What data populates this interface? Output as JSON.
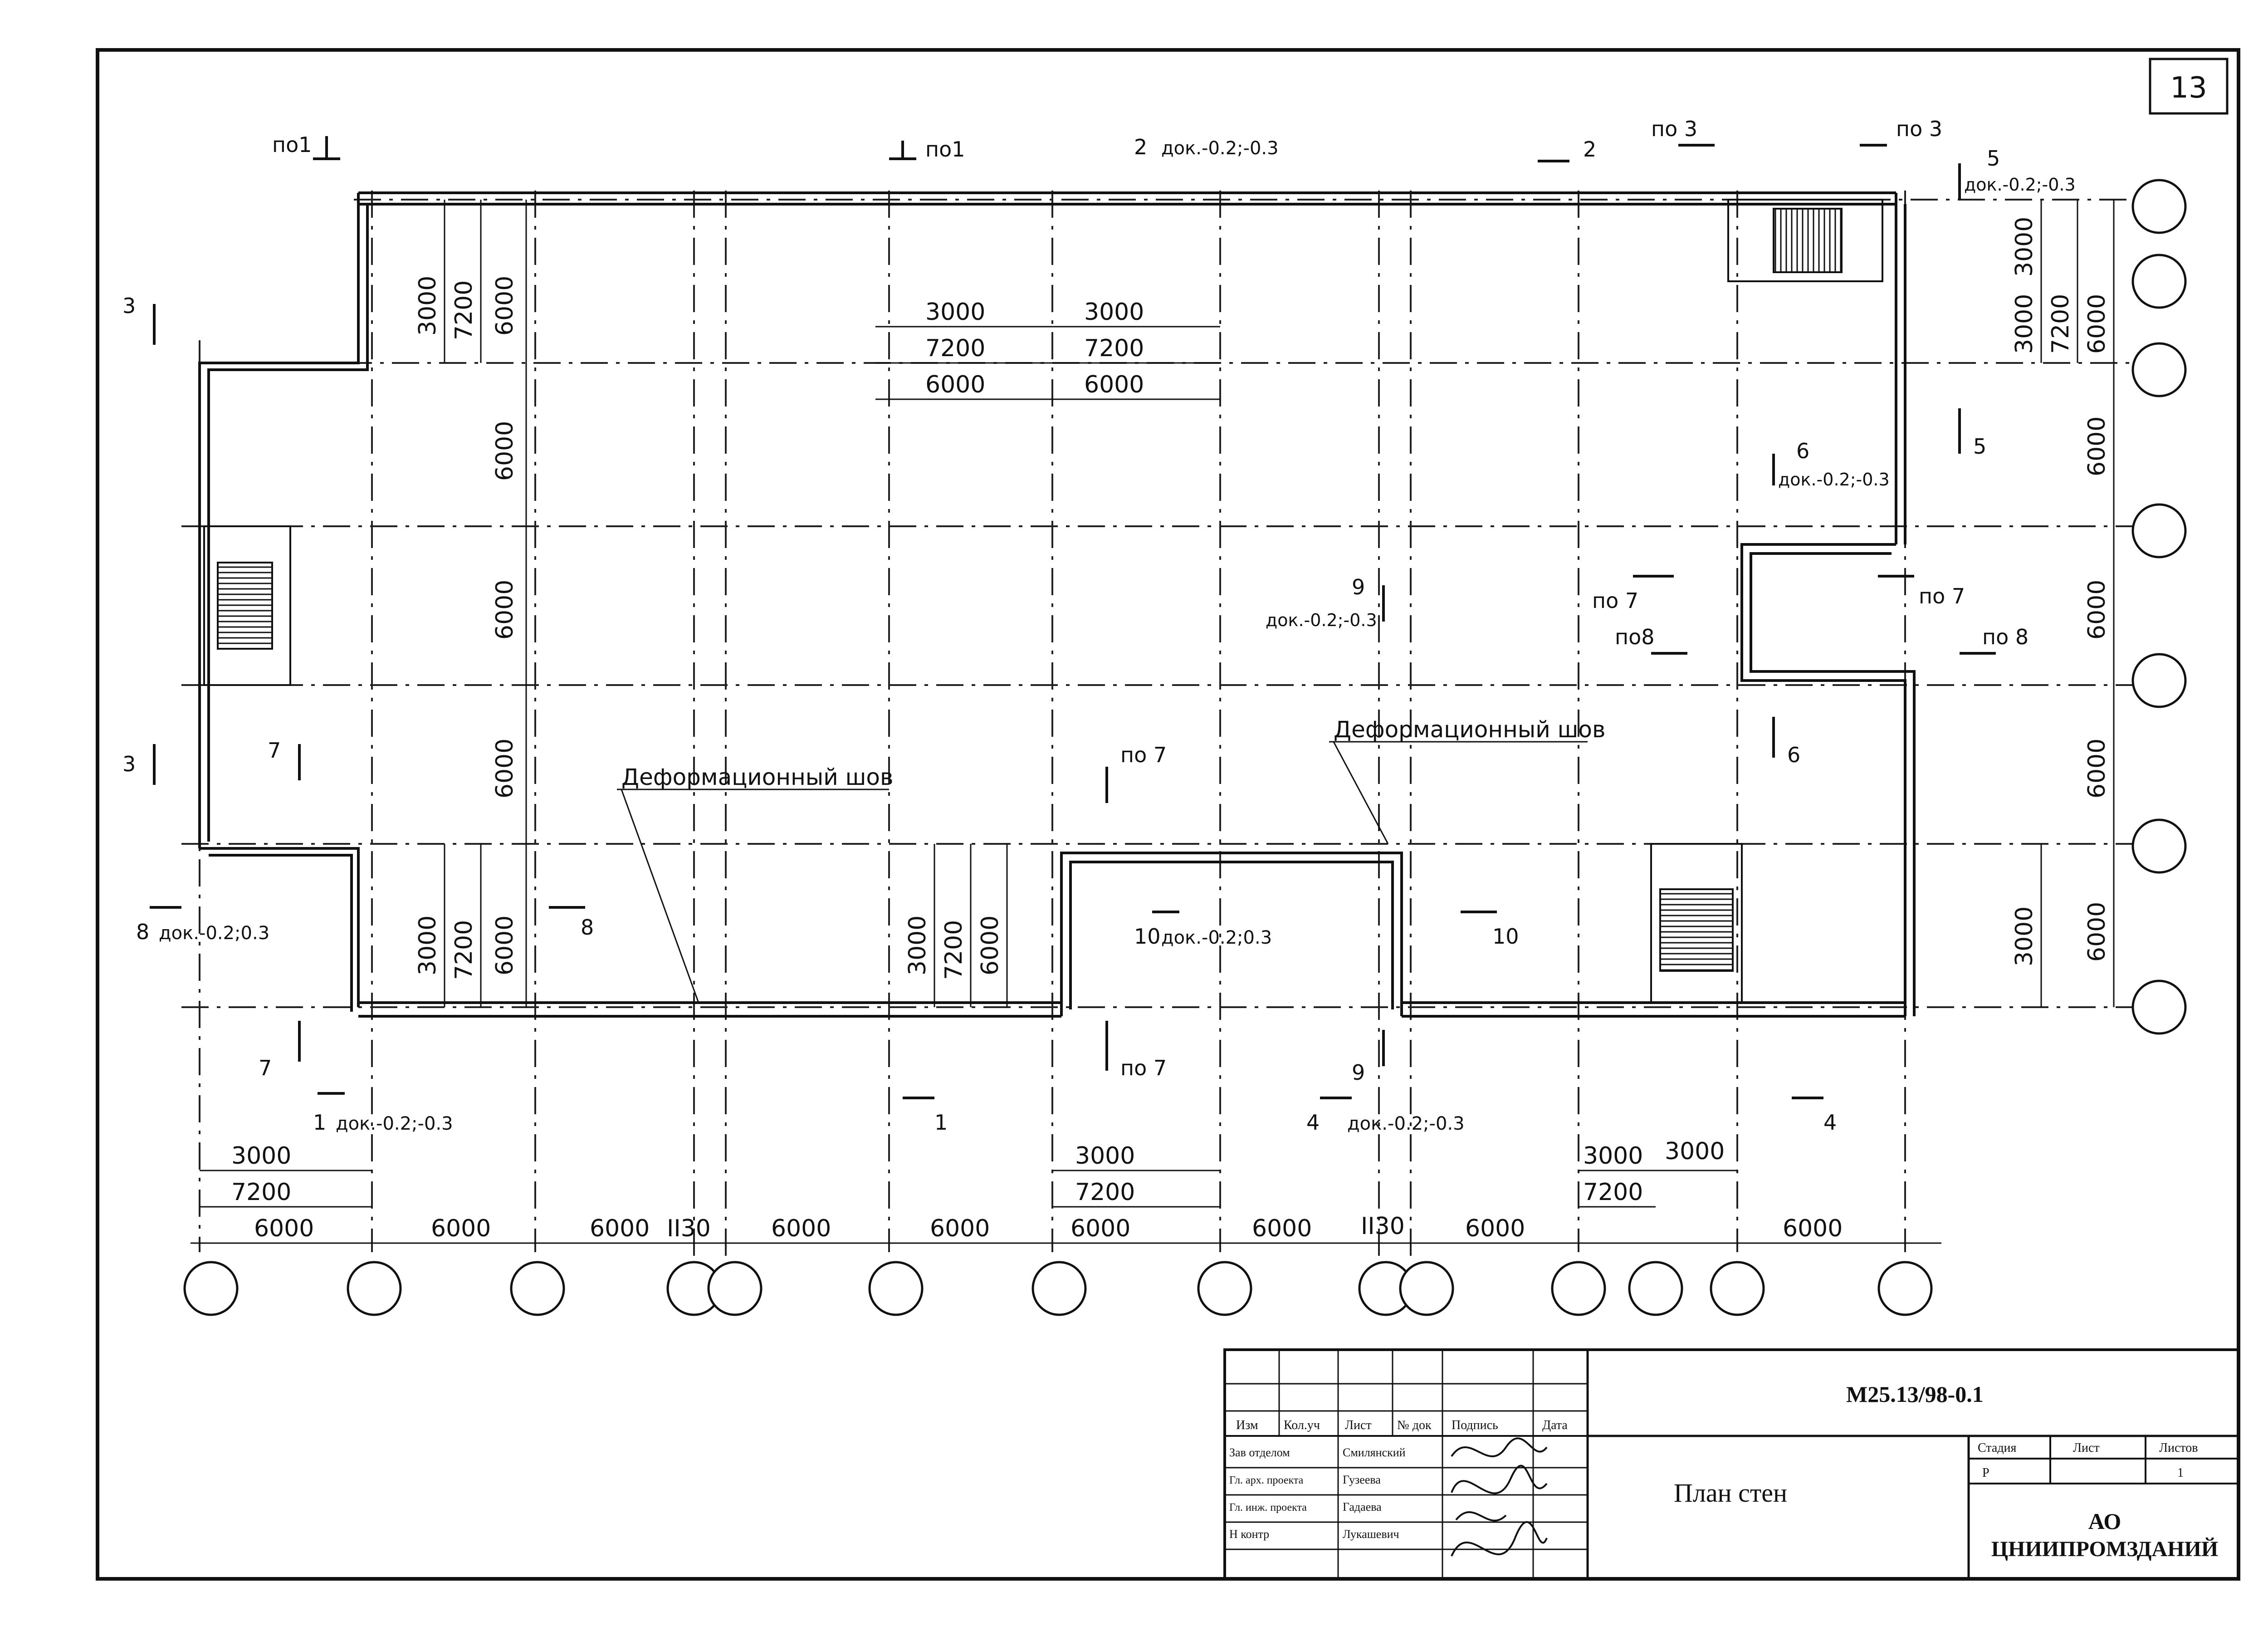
{
  "sheet": {
    "page_number": "13",
    "title": "План стен",
    "code": "М25.13/98-0.1",
    "organization_line1": "АО",
    "organization_line2": "ЦНИИПРОМЗДАНИЙ"
  },
  "title_block": {
    "headers": [
      "Изм",
      "Кол.уч",
      "Лист",
      "№ док",
      "Подпись",
      "Дата"
    ],
    "roles": [
      {
        "role": "Зав отделом",
        "name": "Смилянский"
      },
      {
        "role": "Гл. арх. проекта",
        "name": "Гузеева"
      },
      {
        "role": "Гл. инж. проекта",
        "name": "Гадаева"
      },
      {
        "role": "Н контр",
        "name": "Лукашевич"
      }
    ],
    "stage_headers": [
      "Стадия",
      "Лист",
      "Листов"
    ],
    "stage_values": [
      "Р",
      "",
      "1"
    ]
  },
  "notes": {
    "joint_label": "Деформационный шов"
  },
  "dimensions": {
    "bottom_main": [
      "6000",
      "6000",
      "6000",
      "II30",
      "6000",
      "6000",
      "6000",
      "6000",
      "II30",
      "6000",
      "6000"
    ],
    "bottom_left_stack": [
      "3000",
      "7200",
      "6000"
    ],
    "bottom_mid_stack": [
      "3000",
      "7200",
      "6000"
    ],
    "bottom_right_stack": [
      "3000",
      "3000",
      "7200",
      "6000"
    ],
    "top_mid_stack_a": [
      "3000",
      "7200",
      "6000"
    ],
    "top_mid_stack_b": [
      "3000",
      "7200",
      "6000"
    ],
    "left_vertical_top": [
      "3000",
      "7200",
      "6000"
    ],
    "left_vertical_chain": [
      "6000",
      "6000",
      "6000"
    ],
    "left_vertical_bottom": [
      "3000",
      "7200",
      "6000"
    ],
    "mid_vertical": [
      "3000",
      "7200",
      "6000"
    ],
    "right_vertical_top": [
      "3000",
      "7200",
      "6000",
      "3000"
    ],
    "right_vertical_chain": [
      "6000",
      "6000",
      "6000",
      "3000",
      "6000"
    ]
  },
  "section_marks": {
    "m_po1_a": "по1",
    "m_po1_b": "по1",
    "m_2_top": "2",
    "m_2_top_note": "док.-0.2;-0.3",
    "m_2_right": "2",
    "m_po3_a": "по 3",
    "m_po3_b": "по 3",
    "m_5_top": "5",
    "m_5_note": "док.-0.2;-0.3",
    "m_5_side": "5",
    "m_3_top": "3",
    "m_3_bottom": "3",
    "m_6_top": "6",
    "m_6_note": "док.-0.2;-0.3",
    "m_6_side": "6",
    "m_9_top": "9",
    "m_9_note": "док.-0.2;-0.3",
    "m_9_bottom": "9",
    "m_po7_left": "по 7",
    "m_po7_right": "по 7",
    "m_po8_left": "по8",
    "m_po8_right": "по 8",
    "m_7_left": "7",
    "m_7_bottom": "7",
    "m_po7_mid": "по 7",
    "m_po7_low": "по 7",
    "m_8_left": "8",
    "m_8_note": "док.-0.2;0.3",
    "m_8_right": "8",
    "m_10_left": "10",
    "m_10_note": "док.-0.2;0.3",
    "m_10_right": "10",
    "m_1_left": "1",
    "m_1_note": "док.-0.2;-0.3",
    "m_1_right": "1",
    "m_4_left": "4",
    "m_4_note": "док.-0.2;-0.3",
    "m_4_right": "4"
  },
  "colors": {
    "ink": "#111111",
    "paper": "#ffffff"
  }
}
